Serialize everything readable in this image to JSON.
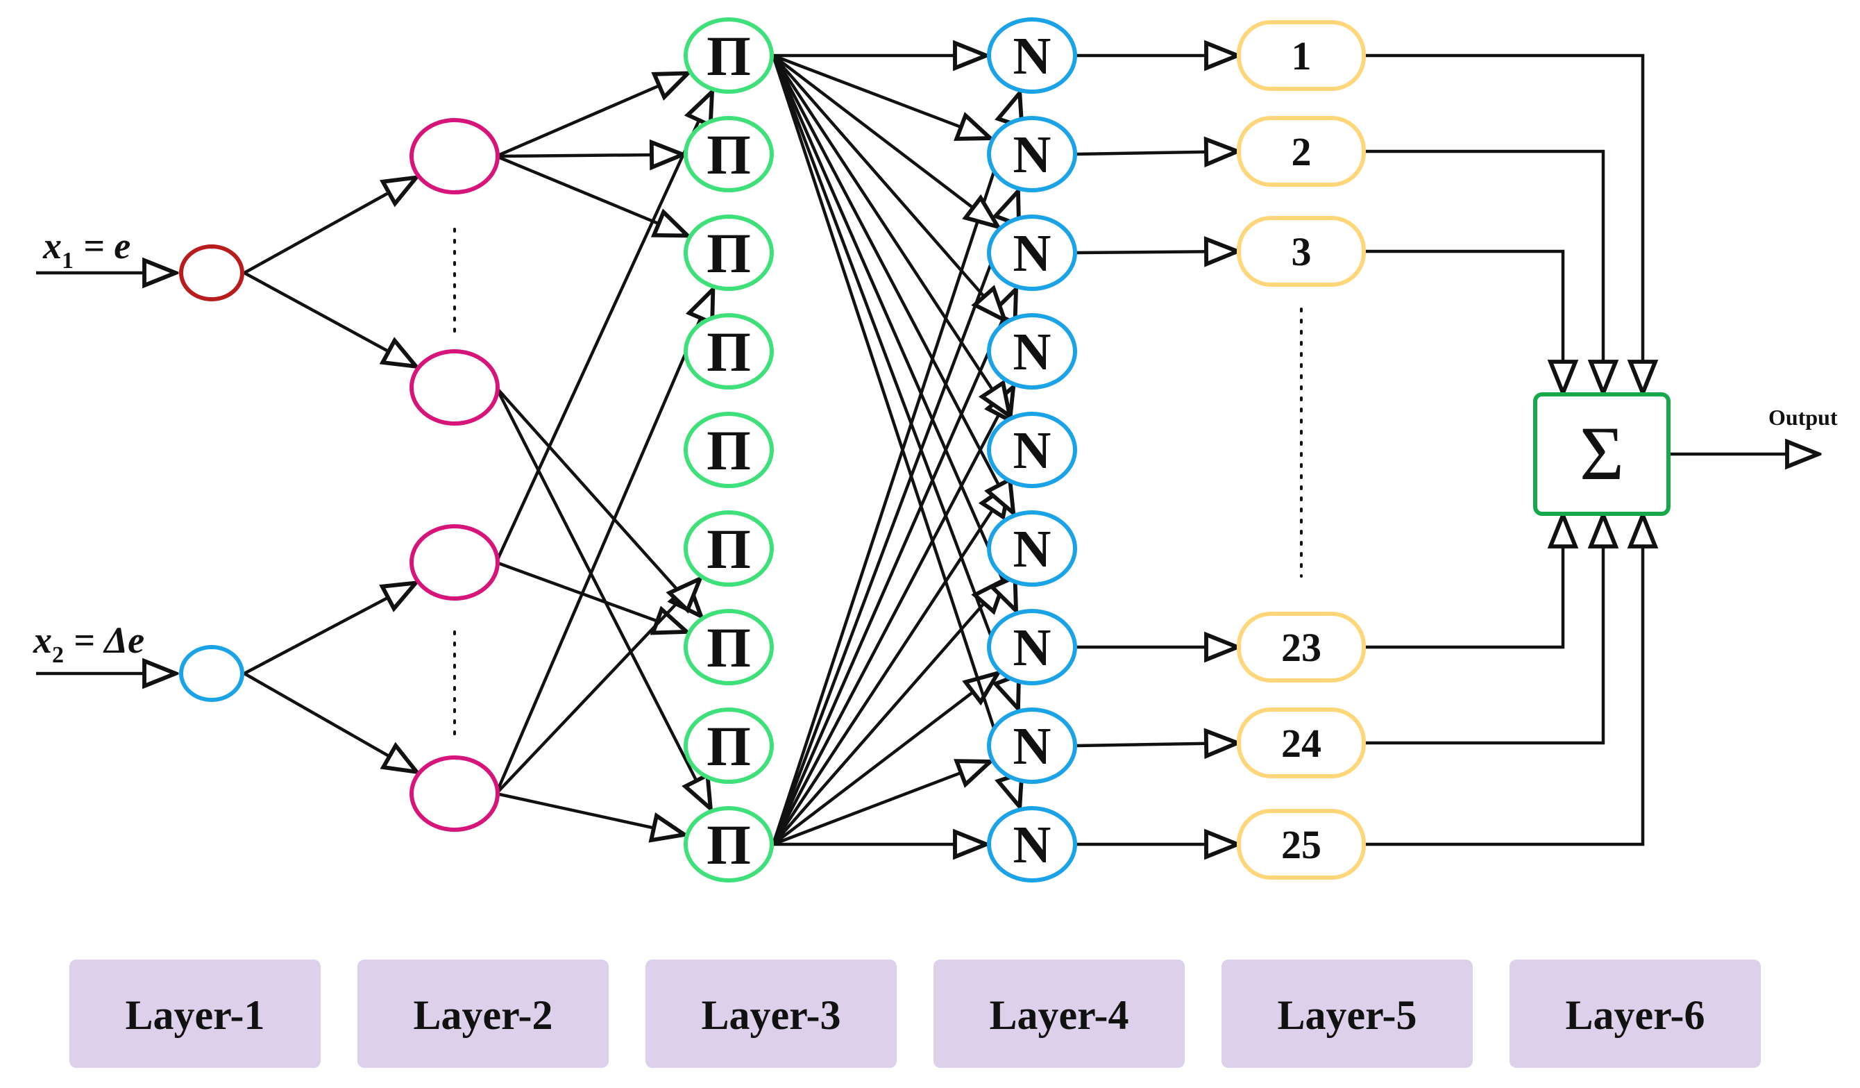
{
  "inputs": {
    "x1": {
      "var": "x",
      "sub": "1",
      "rhs": "= e"
    },
    "x2": {
      "var": "x",
      "sub": "2",
      "rhs": "= Δe"
    }
  },
  "layer3": {
    "symbol": "Π",
    "count": 9
  },
  "layer4": {
    "symbol": "N",
    "count": 9
  },
  "layer5": {
    "labels": [
      "1",
      "2",
      "3",
      "23",
      "24",
      "25"
    ]
  },
  "layer6": {
    "symbol": "Σ"
  },
  "output": {
    "label": "Output"
  },
  "layers": [
    "Layer-1",
    "Layer-2",
    "Layer-3",
    "Layer-4",
    "Layer-5",
    "Layer-6"
  ],
  "colors": {
    "x1_node": "#b81c1c",
    "x2_node": "#1aa3e6",
    "mf_node": "#d6147a",
    "rule_node": "#3ee07a",
    "norm_node": "#1aa3e6",
    "conseq_node": "#ffd77a",
    "sum_box": "#16a84a",
    "layer_bg": "#dcd0ea",
    "edge": "#111111"
  }
}
